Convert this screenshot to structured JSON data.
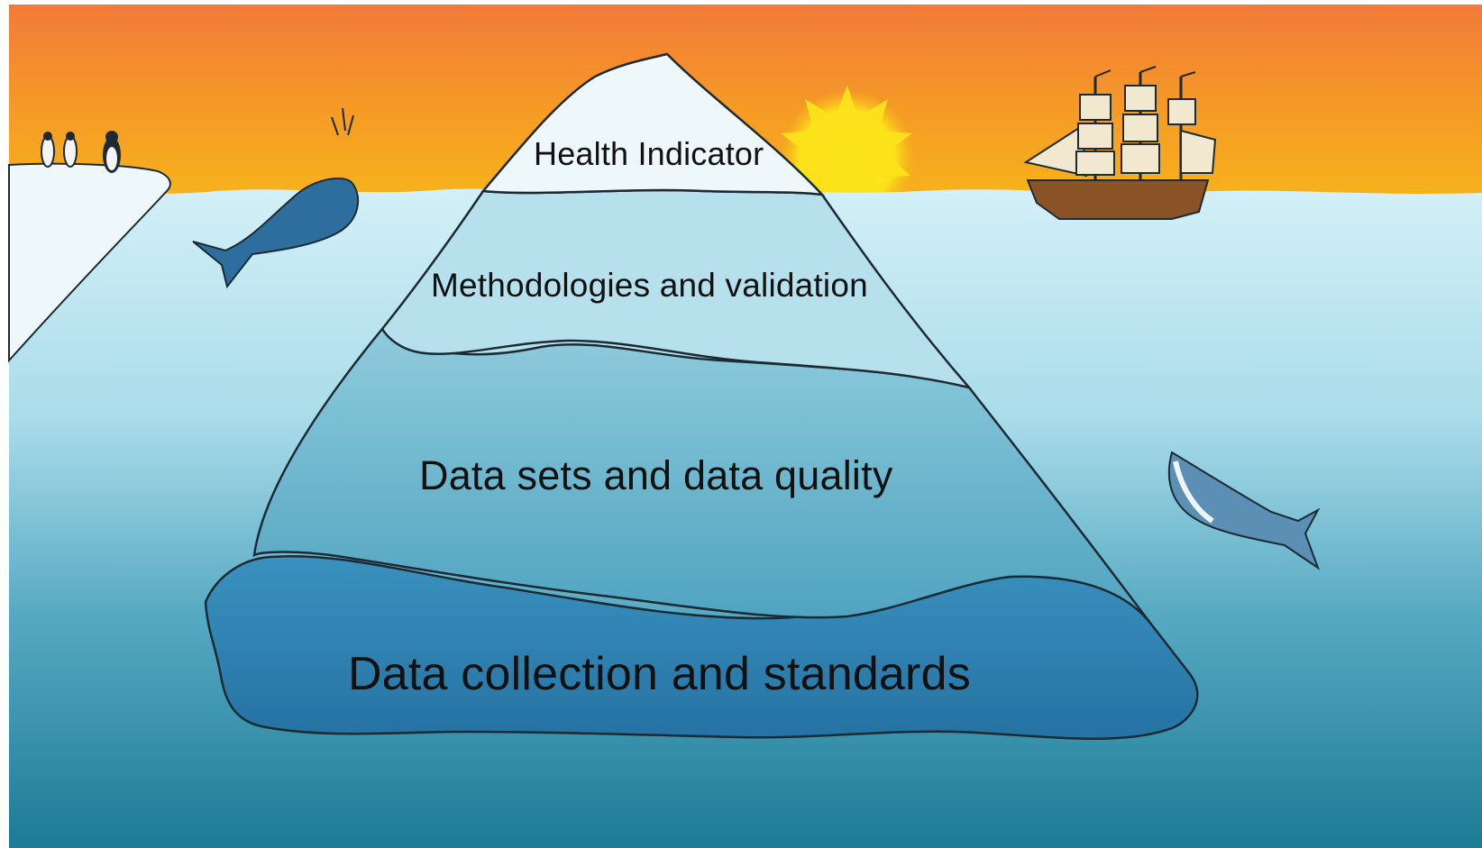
{
  "diagram": {
    "layers": [
      {
        "id": "tip",
        "label": "Health Indicator"
      },
      {
        "id": "method",
        "label": "Methodologies and validation"
      },
      {
        "id": "datasets",
        "label": "Data sets and data quality"
      },
      {
        "id": "collection",
        "label": "Data collection and standards"
      }
    ],
    "colors": {
      "sky_top": "#f27a3a",
      "sky_bottom": "#f7b21c",
      "sun": "#fbe21a",
      "water_top": "#cfeef6",
      "water_bottom": "#1d7b95",
      "tip": "#eef8fb",
      "method": "#b6e0ec",
      "datasets": "#5fb2cb",
      "collection": "#2f84b2",
      "whale_left": "#2e6e9e",
      "whale_right": "#5b8fb4",
      "ship_hull": "#8a5326",
      "ship_sails": "#f2e8cf",
      "outline": "#1c2a33"
    }
  }
}
